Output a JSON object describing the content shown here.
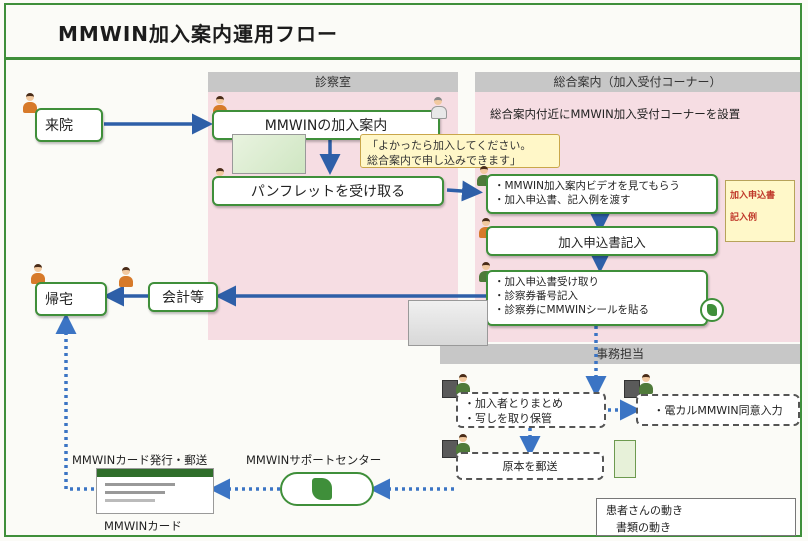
{
  "title": "MMWIN加入案内運用フロー",
  "sections": {
    "exam": "診察室",
    "reception": "総合案内（加入受付コーナー）",
    "reception_note": "総合案内付近にMMWIN加入受付コーナーを設置",
    "office": "事務担当"
  },
  "nodes": {
    "visit": "来院",
    "guide": "MMWINの加入案内",
    "pamphlet": "パンフレットを受け取る",
    "home": "帰宅",
    "payment": "会計等",
    "form_fill": "加入申込書記入",
    "video": [
      "・MMWIN加入案内ビデオを見てもらう",
      "・加入申込書、記入例を渡す"
    ],
    "receive": [
      "・加入申込書受け取り",
      "・診察券番号記入",
      "・診察券にMMWINシールを貼る"
    ],
    "compile": [
      "・加入者とりまとめ",
      "・写しを取り保管"
    ],
    "consent": "・電カルMMWIN同意入力",
    "mail": "原本を郵送",
    "card_issue": "MMWINカード発行・郵送",
    "support_center": "MMWINサポートセンター",
    "card": "MMWINカード"
  },
  "speech": [
    "「よかったら加入してください。",
    "総合案内で申し込みできます」"
  ],
  "docs": {
    "form": "加入申込書",
    "example": "記入例"
  },
  "legend": {
    "patient": "患者さんの動き",
    "documents": "書類の動き"
  },
  "colors": {
    "accent": "#3f8f3a",
    "patient_arrow": "#2e5fa8",
    "doc_arrow": "#3b74c4",
    "panel": "#f6dde3"
  }
}
